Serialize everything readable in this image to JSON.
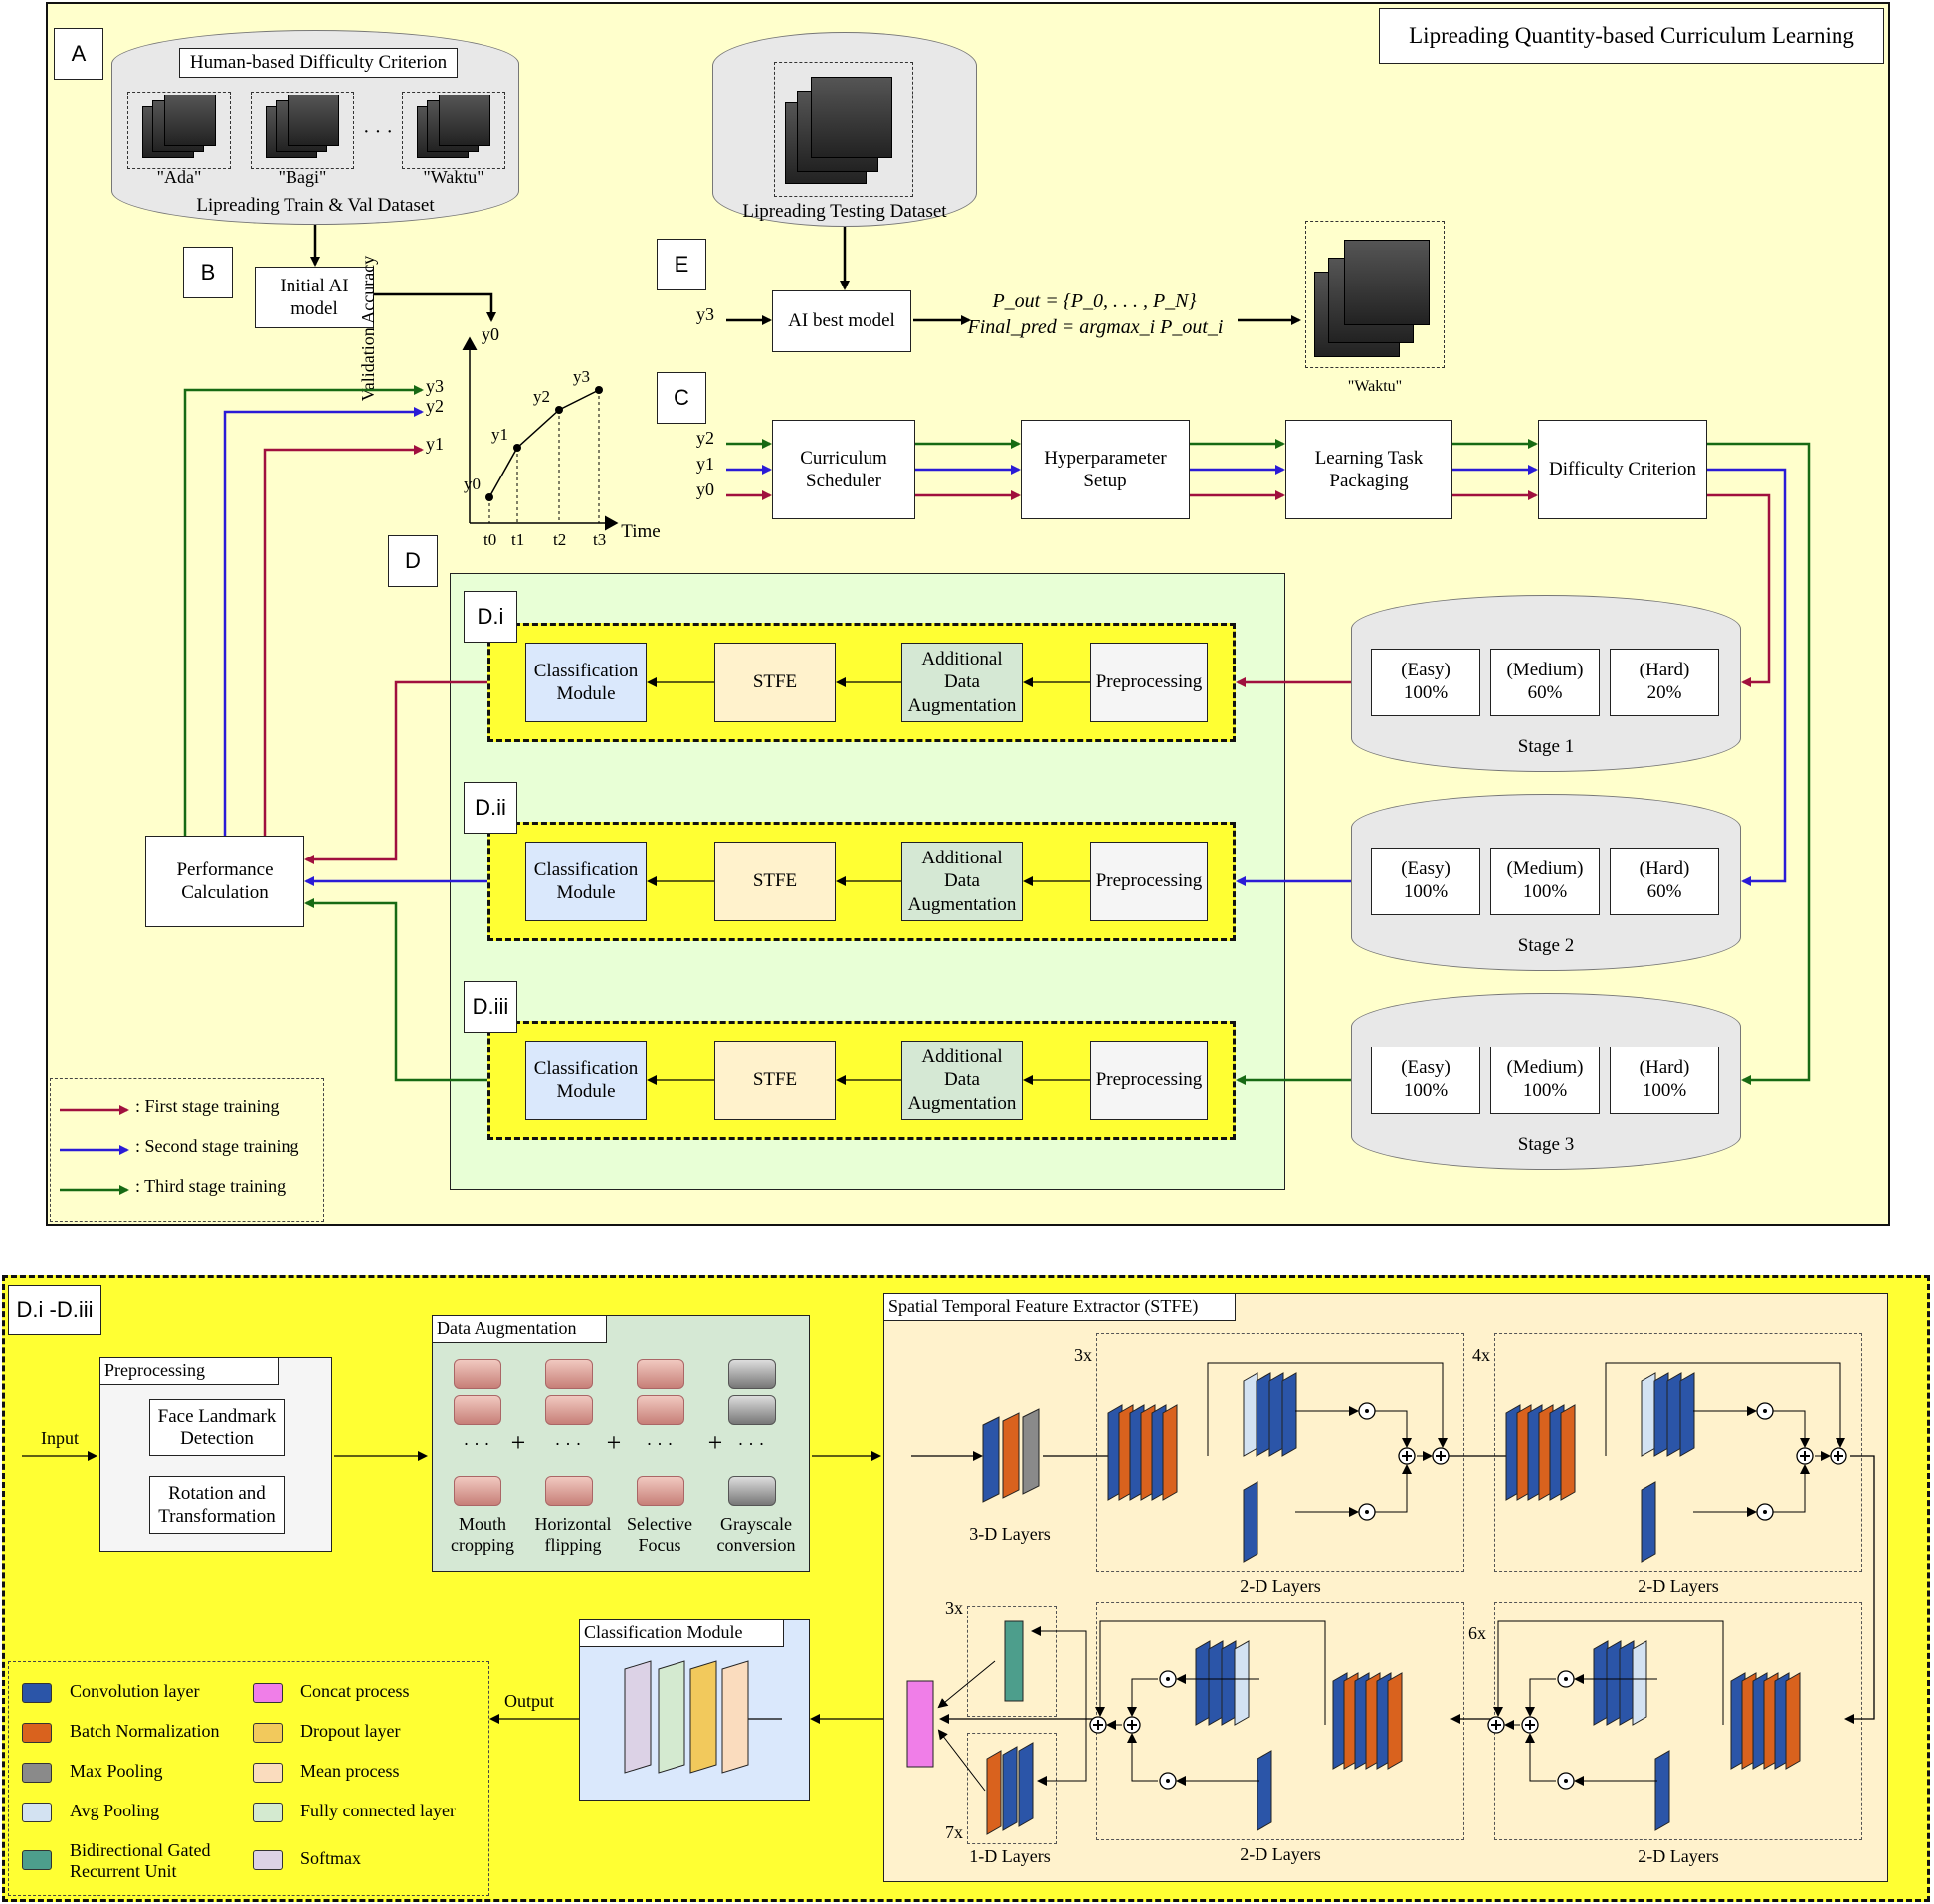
{
  "title": "Lipreading Quantity-based Curriculum Learning",
  "panel_labels": {
    "a": "A",
    "b": "B",
    "c": "C",
    "d": "D",
    "e": "E",
    "di": "D.i",
    "dii": "D.ii",
    "diii": "D.iii",
    "dall": "D.i -D.iii"
  },
  "dataset": {
    "criterion_label": "Human-based Difficulty Criterion",
    "words": [
      "\"Ada\"",
      "\"Bagi\"",
      "\"Waktu\""
    ],
    "ellipsis": "· · ·",
    "caption": "Lipreading Train & Val Dataset"
  },
  "initial_model": "Initial AI\nmodel",
  "testing_dataset": "Lipreading Testing Dataset",
  "best_model": "AI best model",
  "prediction_word": "\"Waktu\"",
  "formula": {
    "line1": "P_out = {P_0, . . . , P_N}",
    "line2": "Final_pred = argmax_i P_out_i"
  },
  "y_labels": {
    "y0": "y0",
    "y1": "y1",
    "y2": "y2",
    "y3": "y3"
  },
  "graph": {
    "ylabel": "Validation Accuracy",
    "xlabel": "Time",
    "x_ticks": [
      "t0",
      "t1",
      "t2",
      "t3"
    ],
    "points": [
      {
        "x": "t0",
        "y": "y0"
      },
      {
        "x": "t1",
        "y": "y1"
      },
      {
        "x": "t2",
        "y": "y2"
      },
      {
        "x": "t3",
        "y": "y3"
      }
    ]
  },
  "pipeline": [
    "Curriculum\nScheduler",
    "Hyperparameter\nSetup",
    "Learning Task\nPackaging",
    "Difficulty Criterion"
  ],
  "stages": [
    {
      "name": "Stage 1",
      "easy": "(Easy)\n100%",
      "medium": "(Medium)\n60%",
      "hard": "(Hard)\n20%"
    },
    {
      "name": "Stage 2",
      "easy": "(Easy)\n100%",
      "medium": "(Medium)\n100%",
      "hard": "(Hard)\n60%"
    },
    {
      "name": "Stage 3",
      "easy": "(Easy)\n100%",
      "medium": "(Medium)\n100%",
      "hard": "(Hard)\n100%"
    }
  ],
  "d_blocks": {
    "classification": "Classification\nModule",
    "stfe": "STFE",
    "augment": "Additional\nData\nAugmentation",
    "preprocess": "Preprocessing"
  },
  "performance": "Performance\nCalculation",
  "legend_top": [
    {
      "text": ": First stage training",
      "color": "#a0103e"
    },
    {
      "text": ": Second stage training",
      "color": "#2a1bd6"
    },
    {
      "text": ": Third stage training",
      "color": "#176a13"
    }
  ],
  "colors": {
    "first": "#a0103e",
    "second": "#2a1bd6",
    "third": "#176a13",
    "panel_bg": "#ffffcc",
    "green_bg": "#e8ffd6",
    "yellow": "#ffff33"
  },
  "bottom": {
    "input": "Input",
    "output": "Output",
    "preprocessing": {
      "title": "Preprocessing",
      "face": "Face Landmark\nDetection",
      "rotation": "Rotation and\nTransformation"
    },
    "augmentation": {
      "title": "Data Augmentation",
      "columns": [
        "Mouth\ncropping",
        "Horizontal\nflipping",
        "Selective\nFocus",
        "Grayscale\nconversion"
      ],
      "plus": "+",
      "dots": "· · ·"
    },
    "stfe": {
      "title": "Spatial Temporal Feature Extractor (STFE)",
      "layer_3d": "3-D Layers",
      "layer_2d": "2-D Layers",
      "layer_1d": "1-D Layers",
      "mult": [
        "3x",
        "4x",
        "6x",
        "3x",
        "7x"
      ]
    },
    "classification": {
      "title": "Classification Module"
    }
  },
  "legend_bottom": [
    {
      "text": "Convolution layer",
      "color": "#2b55a8"
    },
    {
      "text": "Concat process",
      "color": "#f07ee8"
    },
    {
      "text": "Batch Normalization",
      "color": "#d9621e"
    },
    {
      "text": "Dropout layer",
      "color": "#f2c95c"
    },
    {
      "text": "Max Pooling",
      "color": "#8a8a8a"
    },
    {
      "text": "Mean process",
      "color": "#fadcbe"
    },
    {
      "text": "Avg Pooling",
      "color": "#d3e2f2"
    },
    {
      "text": "Fully connected layer",
      "color": "#d4ead0"
    },
    {
      "text": "Bidirectional Gated\nRecurrent Unit",
      "color": "#4d9e8c"
    },
    {
      "text": "Softmax",
      "color": "#dcd2e6"
    }
  ]
}
